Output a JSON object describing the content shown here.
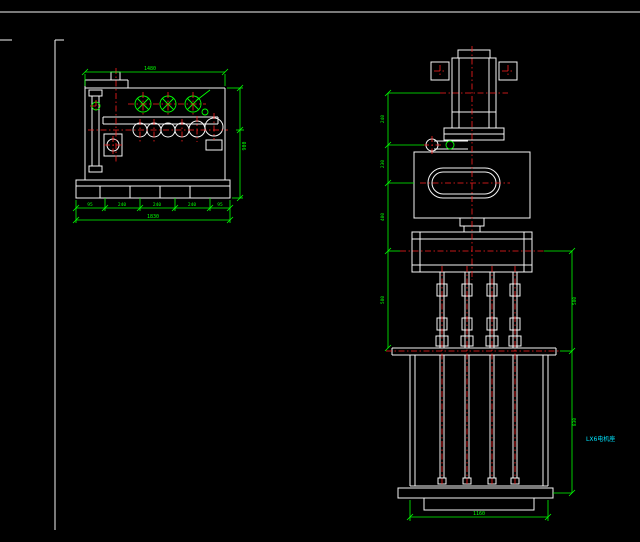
{
  "workspace": {
    "background": "#000000",
    "line_color": "#f5f5f5",
    "dim_color": "#00ff00",
    "center_color": "#ff1f1f",
    "note_color": "#00e5ff"
  },
  "front_view": {
    "dim_top": "1480",
    "dim_overall": "1830",
    "dim_height": "900",
    "dim_segments": [
      "95",
      "240",
      "240",
      "240",
      "95"
    ]
  },
  "side_view": {
    "left_segments": [
      "240",
      "230",
      "400",
      "580"
    ],
    "right_segments": [
      "580",
      "830"
    ],
    "dim_bottom": "1160",
    "note": "LX6电机座"
  }
}
